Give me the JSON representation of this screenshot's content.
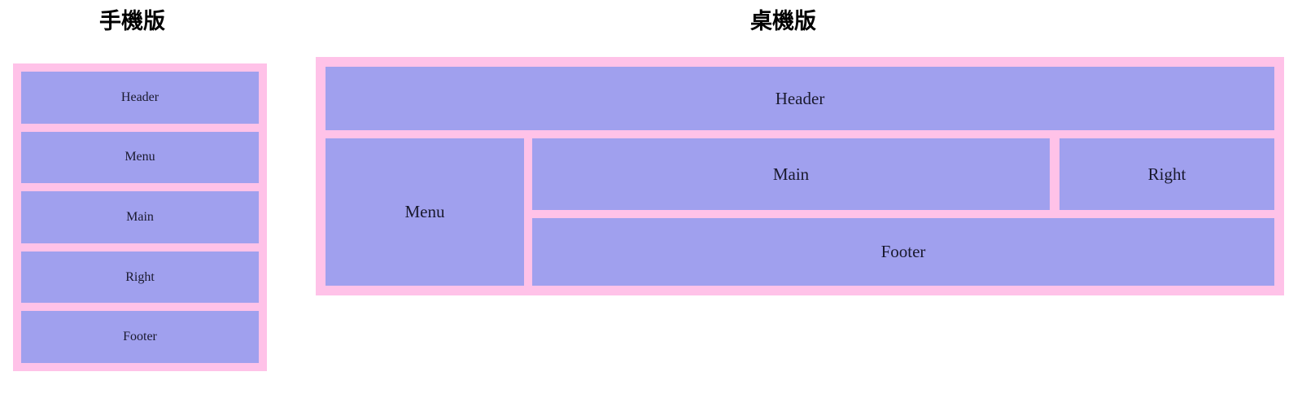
{
  "page": {
    "background_color": "#ffffff",
    "frame_color": "#ffc2e8",
    "cell_color": "#a0a0ee",
    "label_color": "#1a1a2e"
  },
  "mobile": {
    "title": "手機版",
    "blocks": [
      {
        "label": "Header"
      },
      {
        "label": "Menu"
      },
      {
        "label": "Main"
      },
      {
        "label": "Right"
      },
      {
        "label": "Footer"
      }
    ]
  },
  "desktop": {
    "title": "桌機版",
    "header": {
      "label": "Header"
    },
    "menu": {
      "label": "Menu"
    },
    "main": {
      "label": "Main"
    },
    "right": {
      "label": "Right"
    },
    "footer": {
      "label": "Footer"
    }
  }
}
